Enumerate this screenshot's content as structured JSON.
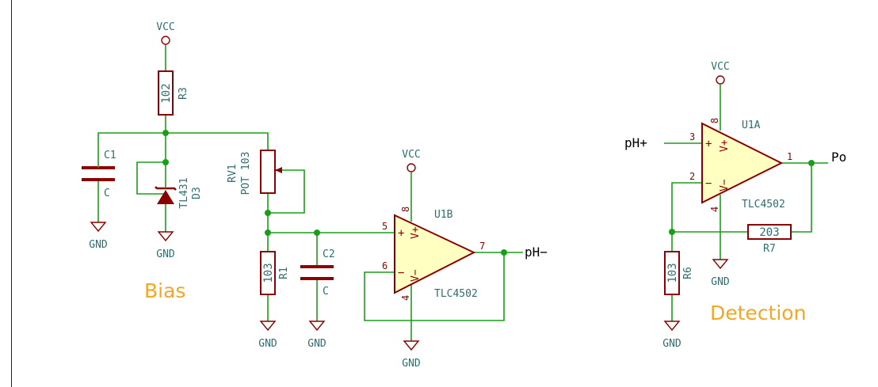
{
  "colors": {
    "wire": "#1a9e1a",
    "part": "#8b0000",
    "text": "#2e6e6e",
    "pin": "#8b0000",
    "opamp_fill": "#ffffc2",
    "section": "#f5a623",
    "label": "#000000"
  },
  "sections": {
    "bias": "Bias",
    "detection": "Detection"
  },
  "power": {
    "vcc": "VCC",
    "gnd": "GND"
  },
  "parts": {
    "r3": {
      "ref": "R3",
      "value": "102"
    },
    "c1": {
      "ref": "C1",
      "value": "C"
    },
    "d3": {
      "ref": "D3",
      "value": "TL431"
    },
    "rv1": {
      "ref": "RV1",
      "value": "POT 103"
    },
    "r1": {
      "ref": "R1",
      "value": "103"
    },
    "c2": {
      "ref": "C2",
      "value": "C"
    },
    "u1b": {
      "ref": "U1B",
      "value": "TLC4502"
    },
    "u1a": {
      "ref": "U1A",
      "value": "TLC4502"
    },
    "r6": {
      "ref": "R6",
      "value": "103"
    },
    "r7": {
      "ref": "R7",
      "value": "203"
    }
  },
  "opamp_symbols": {
    "plus": "+",
    "minus": "−",
    "vplus": "V+",
    "vminus": "V−"
  },
  "pins": {
    "u1b": {
      "in_plus": "5",
      "in_minus": "6",
      "out": "7",
      "vpos": "8",
      "vneg": "4"
    },
    "u1a": {
      "in_plus": "3",
      "in_minus": "2",
      "out": "1",
      "vpos": "8",
      "vneg": "4"
    }
  },
  "net_labels": {
    "ph_minus": "pH−",
    "ph_plus": "pH+",
    "po": "Po"
  }
}
